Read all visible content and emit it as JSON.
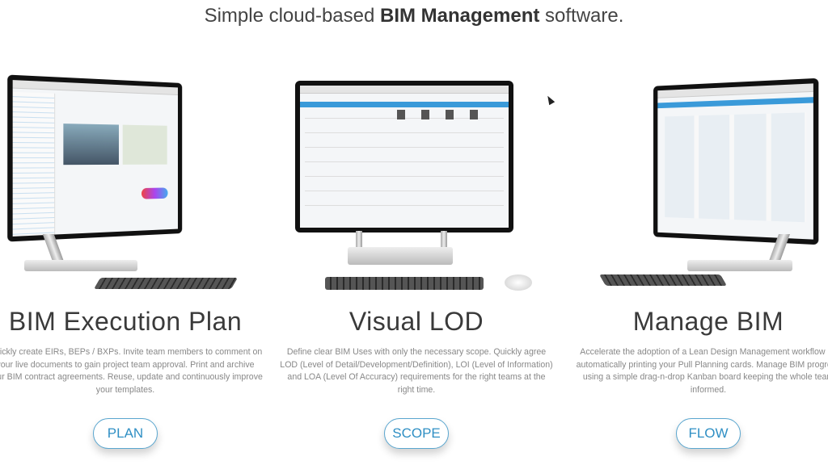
{
  "headline": {
    "prefix": "Simple cloud-based ",
    "bold": "BIM Management",
    "suffix": " software."
  },
  "columns": [
    {
      "title": "BIM Execution Plan",
      "description": "Quickly create EIRs, BEPs / BXPs. Invite team members to comment on your live documents to gain project team approval. Print and archive your BIM contract agreements. Reuse, update and continuously improve your templates.",
      "button": "PLAN"
    },
    {
      "title": "Visual LOD",
      "description": "Define clear BIM Uses with only the necessary scope. Quickly agree LOD (Level of Detail/Development/Definition), LOI (Level of Information) and LOA (Level Of Accuracy) requirements for the right teams at the right time.",
      "button": "SCOPE"
    },
    {
      "title": "Manage BIM",
      "description": "Accelerate the adoption of a Lean Design Management workflow by automatically printing your Pull Planning cards. Manage BIM progress using a simple drag-n-drop Kanban board keeping the whole team informed.",
      "button": "FLOW"
    }
  ],
  "colors": {
    "accent": "#2f8fc4",
    "button_border": "#5aa6cf",
    "nav": "#3a9ad9"
  }
}
